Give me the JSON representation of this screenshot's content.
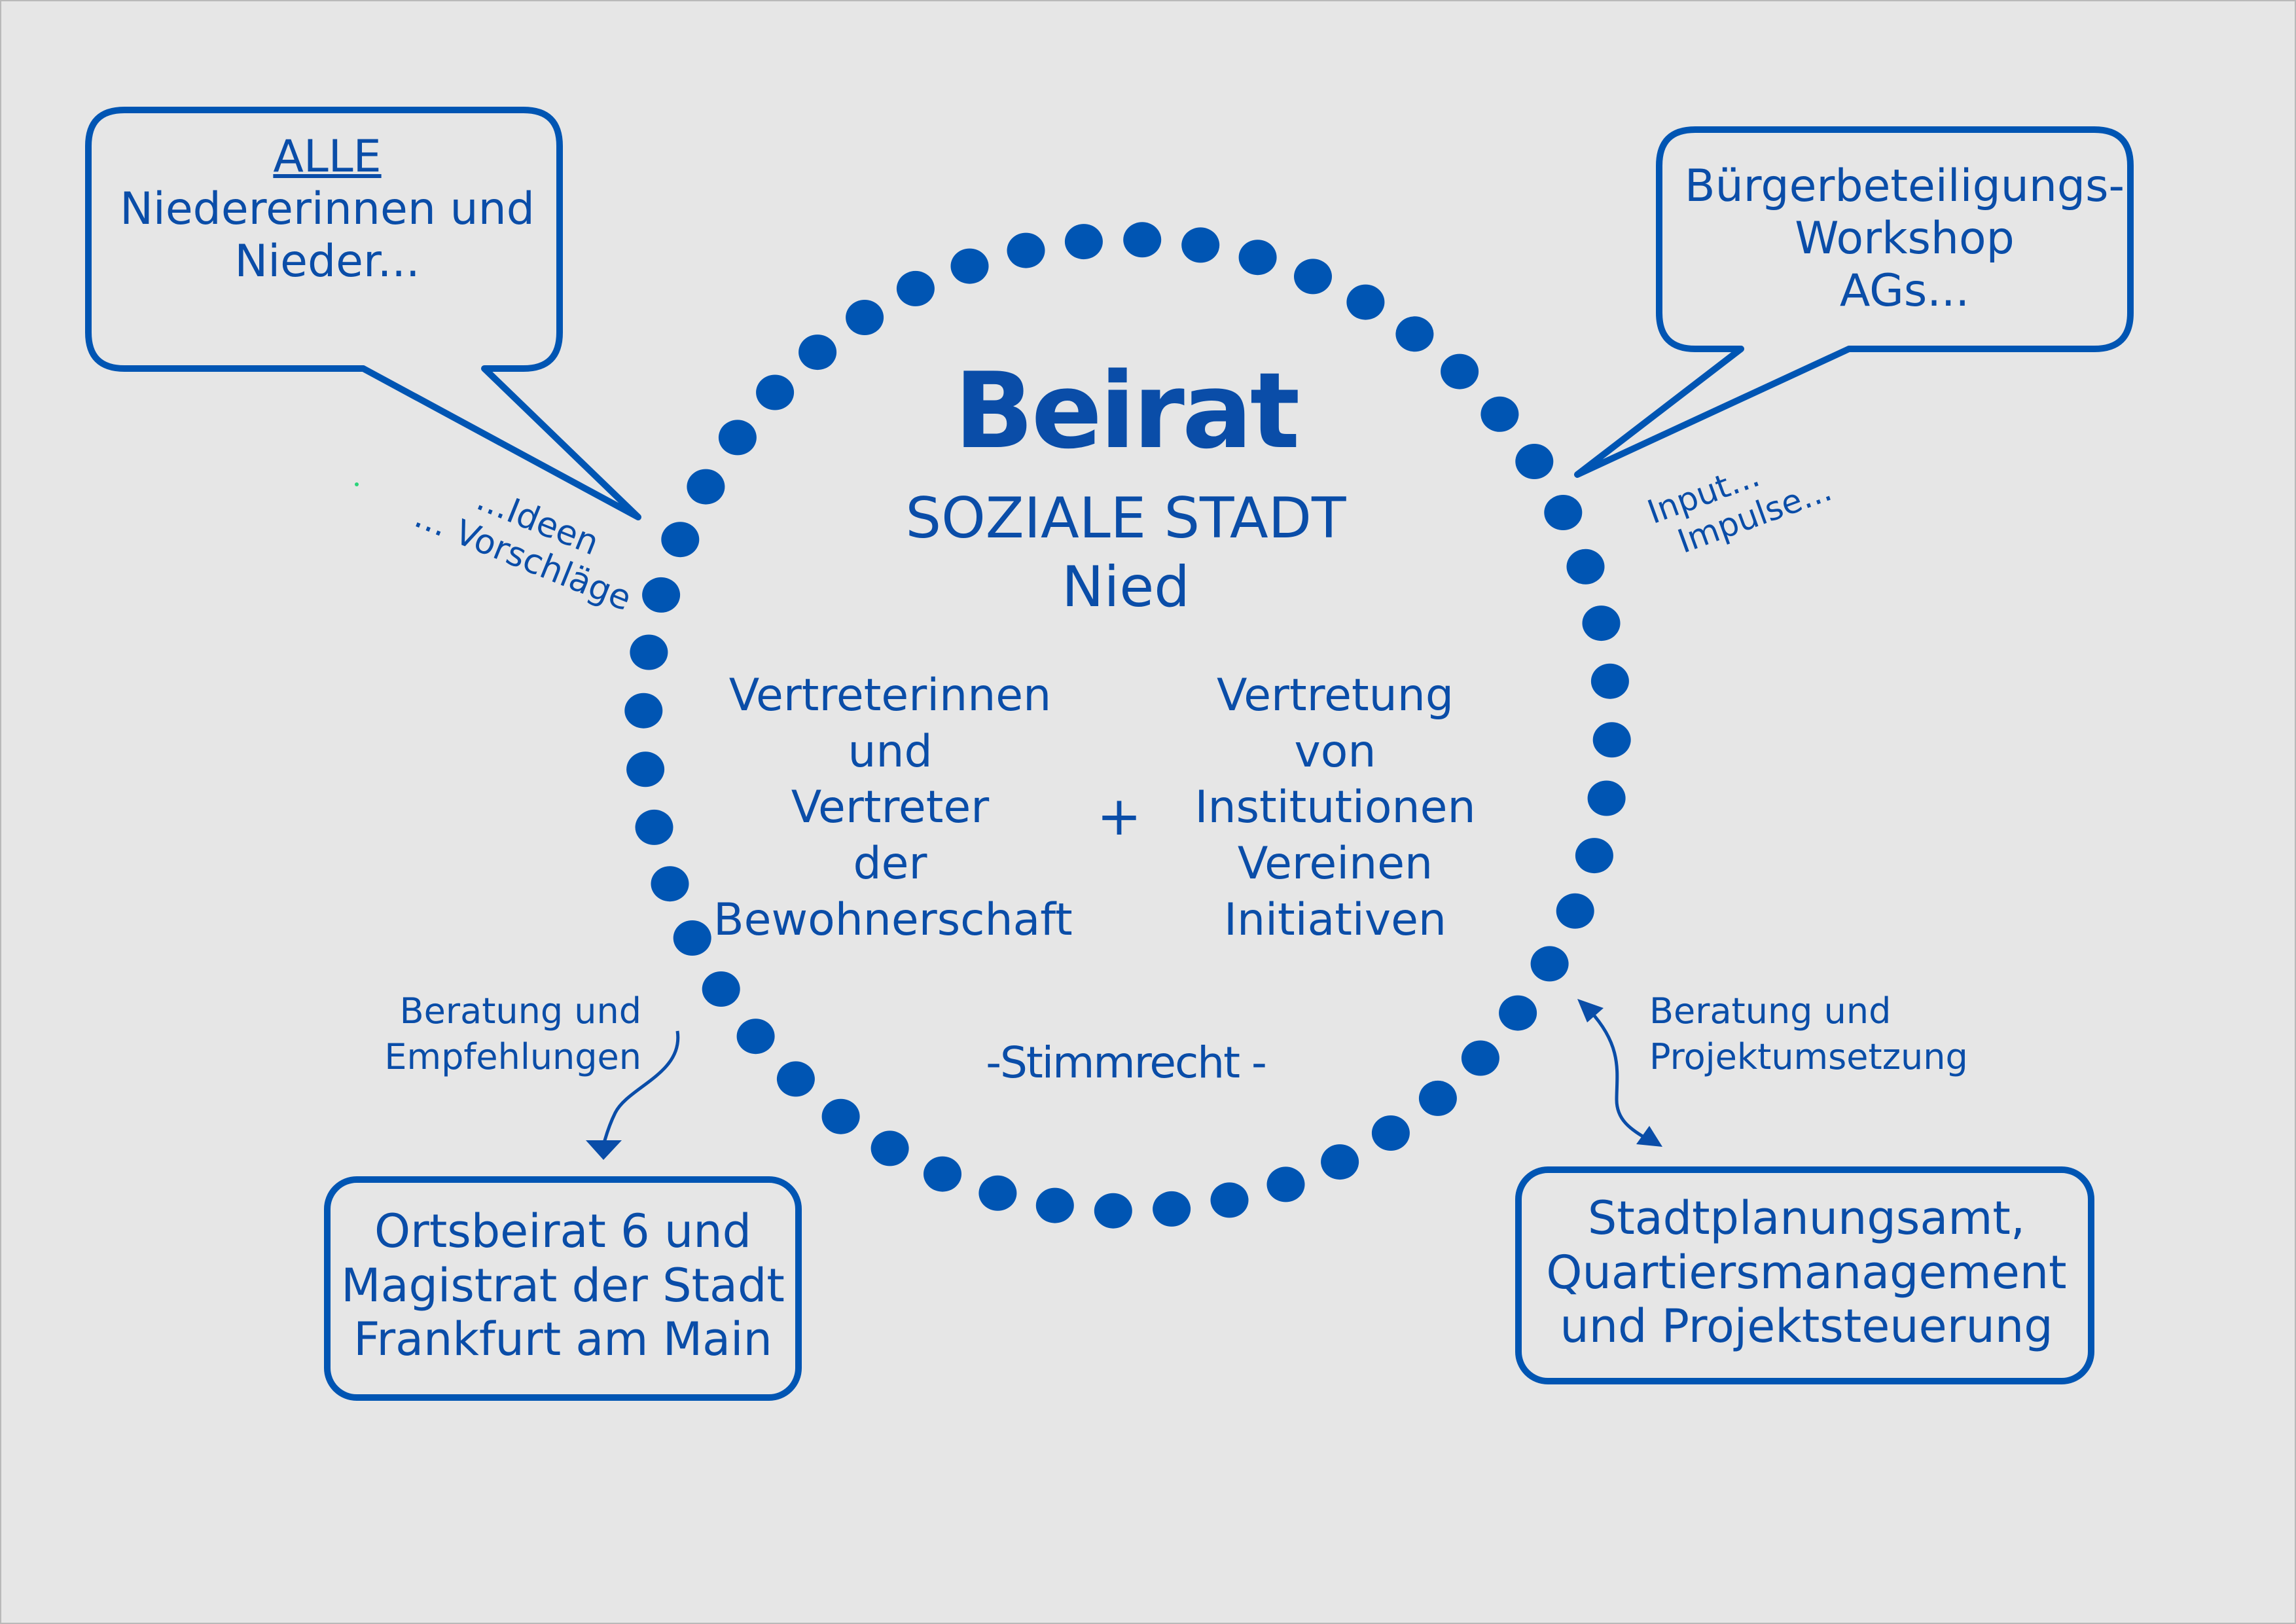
{
  "colors": {
    "accent": "#0a4da8",
    "dots": "#0055b3",
    "background": "#e6e6e6"
  },
  "callout_top_left": {
    "line1": "ALLE",
    "line2": "Niedererinnen und",
    "line3": "Nieder..."
  },
  "callout_top_right": {
    "line1": "Bürgerbeteiligungs-",
    "line2": "Workshop",
    "line3": "AGs..."
  },
  "center": {
    "title": "Beirat",
    "subtitle": "SOZIALE STADT",
    "place": "Nied",
    "left_column": [
      "Vertreterinnen",
      "und",
      "Vertreter",
      "der",
      "Bewohnerschaft"
    ],
    "plus": "+",
    "right_column": [
      "Vertretung",
      "von",
      "Institutionen",
      "Vereinen",
      "Initiativen"
    ],
    "voting": "-Stimmrecht  -"
  },
  "annotations": {
    "ideas": {
      "line1": "...Ideen",
      "line2": "... Vorschläge"
    },
    "input": {
      "line1": "Input...",
      "line2": "Impulse..."
    },
    "advice_left": {
      "line1": "Beratung und",
      "line2": "Empfehlungen"
    },
    "advice_right": {
      "line1": "Beratung und",
      "line2": "Projektumsetzung"
    }
  },
  "box_bottom_left": {
    "line1": "Ortsbeirat 6 und",
    "line2": "Magistrat der Stadt",
    "line3": "Frankfurt am Main"
  },
  "box_bottom_right": {
    "line1": "Stadtplanungsamt,",
    "line2": "Quartiersmanagement",
    "line3": "und Projektsteuerung"
  }
}
